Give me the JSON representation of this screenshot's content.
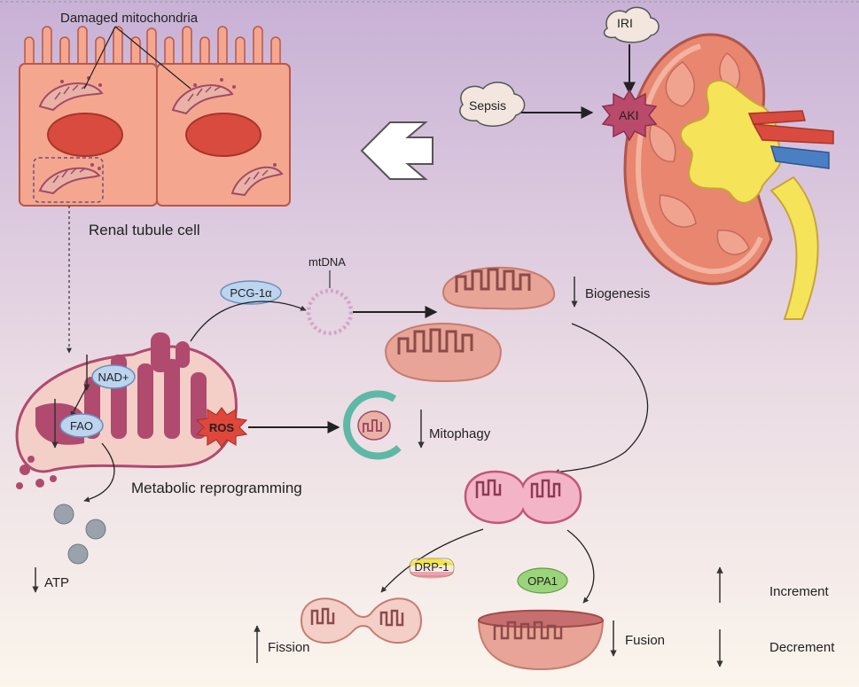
{
  "labels": {
    "damaged_mitochondria": "Damaged mitochondria",
    "renal_tubule_cell": "Renal tubule cell",
    "iri": "IRI",
    "sepsis": "Sepsis",
    "aki": "AKI",
    "mtdna": "mtDNA",
    "pcg1a": "PCG-1α",
    "biogenesis": "Biogenesis",
    "nad": "NAD+",
    "fao": "FAO",
    "ros": "ROS",
    "mitophagy": "Mitophagy",
    "metabolic_reprogramming": "Metabolic reprogramming",
    "atp": "ATP",
    "drp1": "DRP-1",
    "opa1": "OPA1",
    "fission": "Fission",
    "fusion": "Fusion",
    "increment": "Increment",
    "decrement": "Decrement"
  },
  "colors": {
    "bg_top": "#c9b2d6",
    "bg_bottom": "#fbf4ec",
    "cell_fill": "#f4a78e",
    "nucleus": "#d94b3e",
    "mito_dark": "#b04a6e",
    "mito_light": "#e9b3a4",
    "kidney_cortex": "#e8866f",
    "kidney_pelvis": "#f5e35a",
    "aki_burst": "#b94a6c",
    "ros_burst": "#e0473c",
    "chip_blue": "#bcd4ee",
    "drp1_yellow": "#f2e34a",
    "drp1_pink": "#f0a0b4",
    "opa1_green": "#9bd47a"
  }
}
